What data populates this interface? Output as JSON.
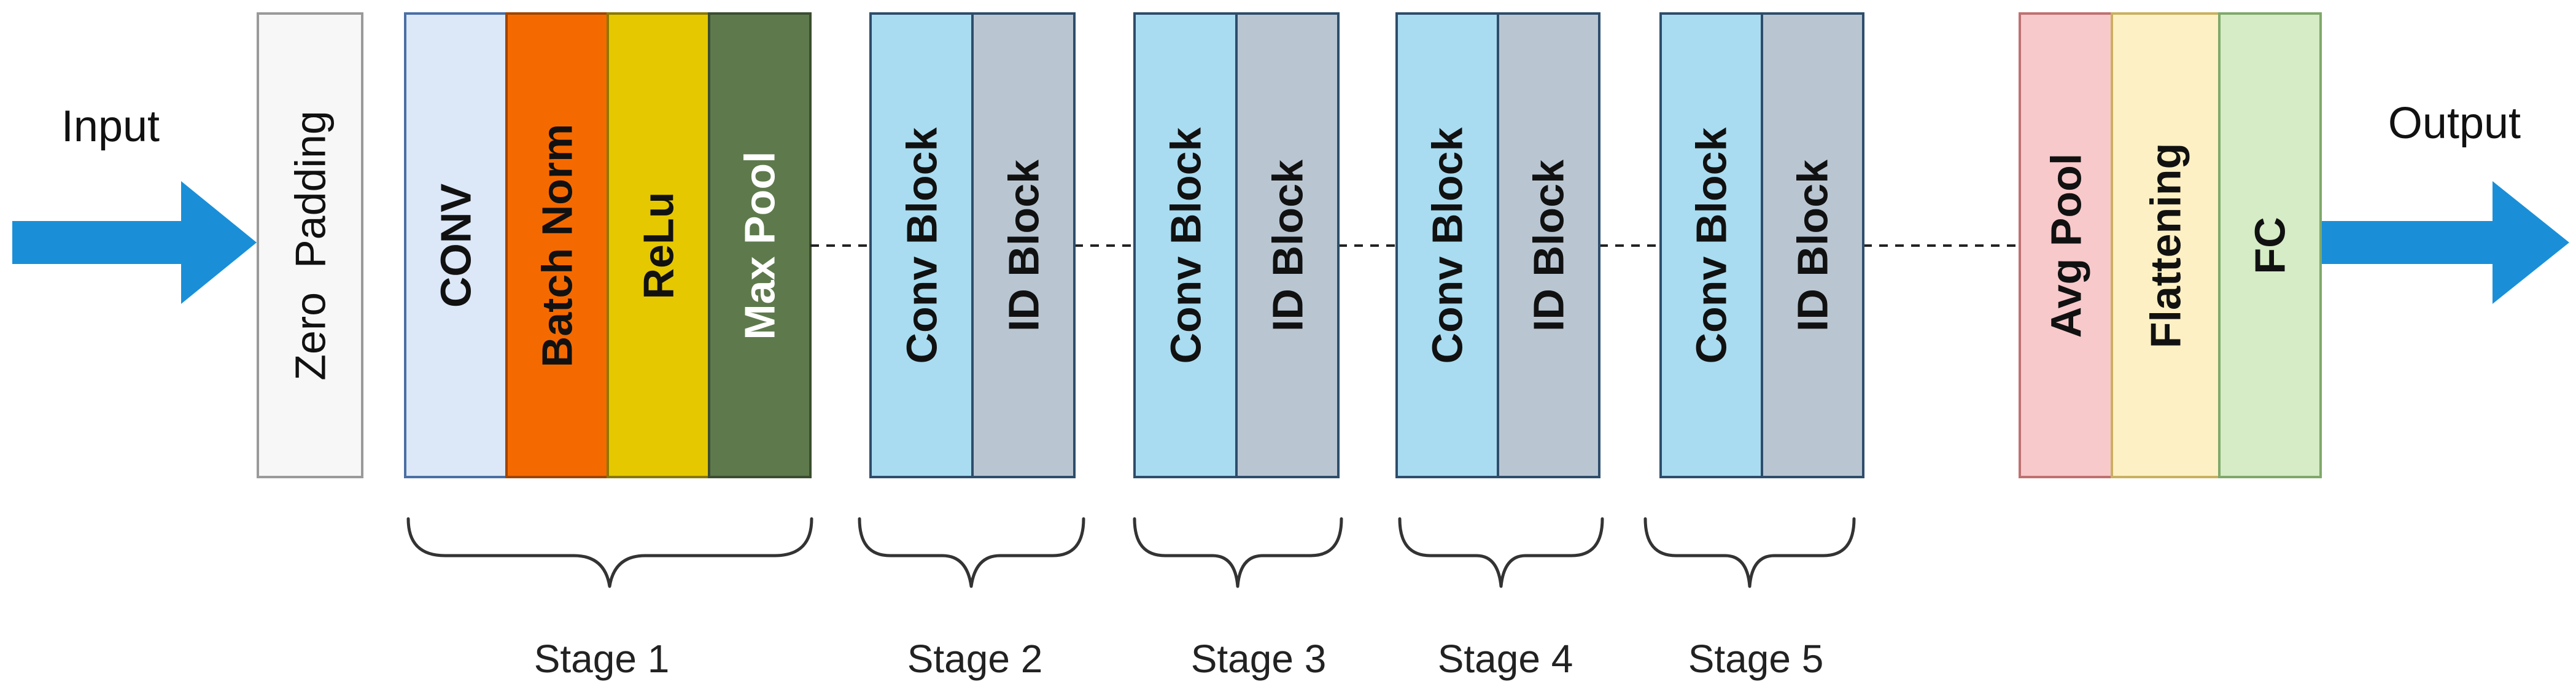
{
  "io": {
    "input_label": "Input",
    "output_label": "Output",
    "arrow_color": "#1a8fd8"
  },
  "blocks": {
    "zero_padding": {
      "label": "Zero  Padding",
      "fill": "#f7f7f7",
      "stroke": "#9a9a9a"
    },
    "conv": {
      "label": "CONV",
      "fill": "#dce8f8",
      "stroke": "#4a6fa5"
    },
    "batch_norm": {
      "label": "Batch Norm",
      "fill": "#f56a00",
      "stroke": "#a04400"
    },
    "relu": {
      "label": "ReLu",
      "fill": "#e6c800",
      "stroke": "#8a7800"
    },
    "max_pool": {
      "label": "Max Pool",
      "fill": "#5e7a4c",
      "stroke": "#3b4d30"
    },
    "avg_pool": {
      "label": "Avg Pool",
      "fill": "#f7c9cb",
      "stroke": "#c07070"
    },
    "flattening": {
      "label": "Flattening",
      "fill": "#fdf0c4",
      "stroke": "#c9b060"
    },
    "fc": {
      "label": "FC",
      "fill": "#d5ecc6",
      "stroke": "#7fa86a"
    }
  },
  "stage_blocks": {
    "conv_label": "Conv Block",
    "id_label": "ID Block",
    "conv_fill": "#a9dcf0",
    "id_fill": "#b9c6d2",
    "stroke": "#2e4d6b"
  },
  "stages": [
    {
      "label": "Stage 1"
    },
    {
      "label": "Stage 2"
    },
    {
      "label": "Stage 3"
    },
    {
      "label": "Stage 4"
    },
    {
      "label": "Stage 5"
    }
  ]
}
